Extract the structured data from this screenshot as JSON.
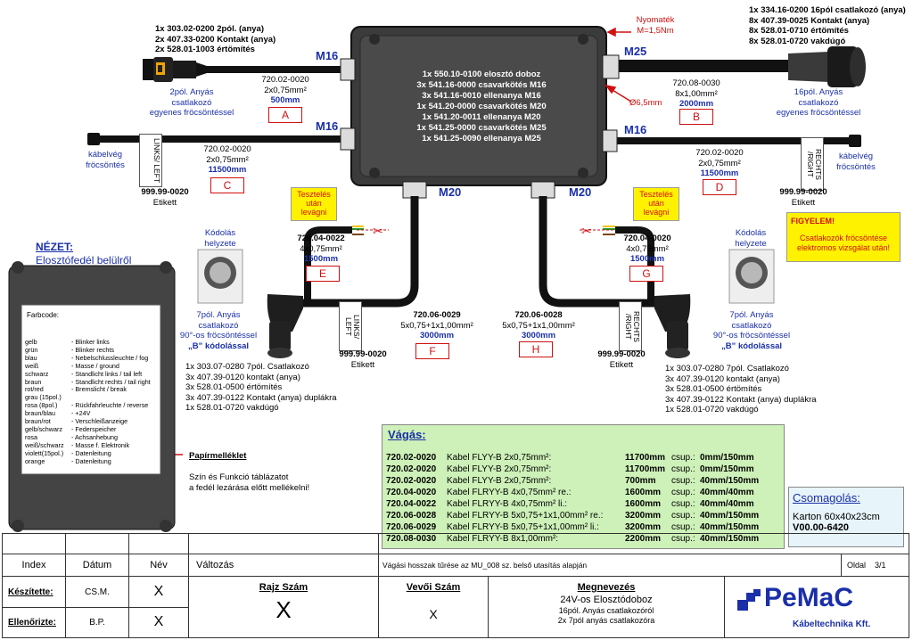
{
  "top_left_parts": [
    "1x 303.02-0200 2pól. (anya)",
    "2x 407.33-0200 Kontakt (anya)",
    "2x 528.01-1003 értömítés"
  ],
  "top_left_connector_label": [
    "2pól. Anyás",
    "csatlakozó",
    "egyenes fröcsöntéssel"
  ],
  "top_right_parts": [
    "1x 334.16-0200 16pól csatlakozó (anya)",
    "8x 407.39-0025 Kontakt (anya)",
    "8x 528.01-0710 értömítés",
    "8x 528.01-0720 vakdúgó"
  ],
  "top_right_connector_label": [
    "16pól. Anyás",
    "csatlakozó",
    "egyenes fröcsöntéssel"
  ],
  "torque_label": [
    "Nyomaték",
    "M=1,5Nm"
  ],
  "diameter_label": "Ø6,5mm",
  "box_parts": [
    "1x 550.10-0100 elosztó doboz",
    "3x 541.16-0000 csavarkötés M16",
    "3x 541.16-0010 ellenanya M16",
    "1x 541.20-0000 csavarkötés M20",
    "1x 541.20-0011 ellenanya M20",
    "1x 541.25-0000 csavarkötés M25",
    "1x 541.25-0090 ellenanya M25"
  ],
  "gland_labels": {
    "m16_top": "M16",
    "m25": "M25",
    "m16_left": "M16",
    "m16_right": "M16",
    "m20_left": "M20",
    "m20_right": "M20"
  },
  "cables": {
    "A": {
      "code": "720.02-0020",
      "spec": "2x0,75mm²",
      "len": "500mm",
      "letter": "A"
    },
    "B": {
      "code": "720.08-0030",
      "spec": "8x1,00mm²",
      "len": "2000mm",
      "letter": "B"
    },
    "C": {
      "code": "720.02-0020",
      "spec": "2x0,75mm²",
      "len": "11500mm",
      "letter": "C"
    },
    "D": {
      "code": "720.02-0020",
      "spec": "2x0,75mm²",
      "len": "11500mm",
      "letter": "D"
    },
    "E": {
      "code": "720.04-0022",
      "spec": "4x0,75mm²",
      "len": "1500mm",
      "letter": "E"
    },
    "F": {
      "code": "720.06-0029",
      "spec": "5x0,75+1x1,00mm²",
      "len": "3000mm",
      "letter": "F"
    },
    "G": {
      "code": "720.04-0020",
      "spec": "4x0,75mm²",
      "len": "1500mm",
      "letter": "G"
    },
    "H": {
      "code": "720.06-0028",
      "spec": "5x0,75+1x1,00mm²",
      "len": "3000mm",
      "letter": "H"
    }
  },
  "cable_end_label": [
    "kábelvég",
    "fröcsöntés"
  ],
  "links_label": "LINKS/ LEFT",
  "rechts_label": "RECHTS /RIGHT",
  "etikett_code": "999.99-0020",
  "etikett_label": "Etikett",
  "test_label": [
    "Tesztelés",
    "után",
    "levágni"
  ],
  "coding_label": [
    "Kódolás",
    "helyzete"
  ],
  "connector7_label": [
    "7pól. Anyás",
    "csatlakozó",
    "90°-os fröcsöntéssel",
    "„B” kódolással"
  ],
  "left7_parts": [
    "1x 303.07-0280 7pól. Csatlakozó",
    "3x 407.39-0120 kontakt (anya)",
    "3x 528.01-0500 értömítés",
    "3x 407.39-0122 Kontakt (anya) duplákra",
    "1x 528.01-0720 vakdúgó"
  ],
  "right7_parts": [
    "1x 303.07-0280 7pól. Csatlakozó",
    "3x 407.39-0120 kontakt (anya)",
    "3x 528.01-0500 értömítés",
    "3x 407.39-0122 Kontakt (anya) duplákra",
    "1x 528.01-0720 vakdúgó"
  ],
  "warning": {
    "title": "FIGYELEM!",
    "text": [
      "Csatlakozók fröcsöntése",
      "elektromos vizsgálat után!"
    ]
  },
  "view": {
    "title": "NÉZET:",
    "subtitle": "Elosztófedél belülről"
  },
  "farbcode_title": "Farbcode:",
  "farbcode": [
    [
      "gelb",
      "- Blinker links"
    ],
    [
      "grün",
      "- Blinker rechts"
    ],
    [
      "blau",
      "- Nebelschlussleuchte / fog"
    ],
    [
      "weiß",
      "- Masse / ground"
    ],
    [
      "schwarz",
      "- Standlicht links / tail left"
    ],
    [
      "braun",
      "- Standlicht rechts / tail right"
    ],
    [
      "rot/red",
      "- Bremslicht / break"
    ],
    [
      "grau (15pol.)",
      ""
    ],
    [
      "rosa (8pol.)",
      "- Rückfahrleuchte / reverse"
    ],
    [
      "braun/blau",
      "- +24V"
    ],
    [
      "braun/rot",
      "- Verschleißanzeige"
    ],
    [
      "gelb/schwarz",
      "- Federspeicher"
    ],
    [
      "rosa",
      "- Achsanhebung"
    ],
    [
      "weiß/schwarz",
      "- Masse f. Elektronik"
    ],
    [
      "violett(15pol.)",
      "- Datenleitung"
    ],
    [
      "orange",
      "- Datenleitung"
    ]
  ],
  "paper_note": {
    "title": "Papírmelléklet",
    "text": [
      "Szín és Funkció táblázatot",
      "a fedél lezárása előtt mellékelni!"
    ]
  },
  "cutting": {
    "title": "Vágás:",
    "rows": [
      [
        "720.02-0020",
        "Kabel FLYY-B 2x0,75mm²:",
        "11700mm",
        "csup.:",
        "0mm/150mm"
      ],
      [
        "720.02-0020",
        "Kabel FLYY-B 2x0,75mm²:",
        "11700mm",
        "csup.:",
        "0mm/150mm"
      ],
      [
        "720.02-0020",
        "Kabel FLYY-B 2x0,75mm²:",
        "700mm",
        "csup.:",
        "40mm/150mm"
      ],
      [
        "720.04-0020",
        "Kabel FLRYY-B 4x0,75mm² re.:",
        "1600mm",
        "csup.:",
        "40mm/40mm"
      ],
      [
        "720.04-0022",
        "Kabel FLRYY-B 4x0,75mm² li.:",
        "1600mm",
        "csup.:",
        "40mm/40mm"
      ],
      [
        "720.06-0028",
        "Kabel FLRYY-B 5x0,75+1x1,00mm² re.:",
        "3200mm",
        "csup.:",
        "40mm/150mm"
      ],
      [
        "720.06-0029",
        "Kabel FLRYY-B 5x0,75+1x1,00mm² li.:",
        "3200mm",
        "csup.:",
        "40mm/150mm"
      ],
      [
        "720.08-0030",
        "Kabel FLRYY-B 8x1,00mm²:",
        "2200mm",
        "csup.:",
        "40mm/150mm"
      ]
    ]
  },
  "packaging": {
    "title": "Csomagolás:",
    "line1": "Karton 60x40x23cm",
    "line2": "V00.00-6420"
  },
  "table": {
    "index": "Index",
    "date": "Dátum",
    "name": "Név",
    "change": "Változás",
    "tolerance_note": "Vágási hosszak tűrése az MU_008 sz. belső utasítás alapján",
    "page_label": "Oldal",
    "page_value": "3/1",
    "made_by_label": "Készítette:",
    "made_by": "CS.M.",
    "made_x": "X",
    "checked_label": "Ellenőrizte:",
    "checked_by": "B.P.",
    "checked_x": "X",
    "drawing_no_label": "Rajz Szám",
    "drawing_no": "X",
    "customer_no_label": "Vevői Szám",
    "customer_no": "X",
    "designation_label": "Megnevezés",
    "designation": [
      "24V-os Elosztódoboz",
      "16pól. Anyás csatlakozóról",
      "2x 7pól anyás csatlakozóra"
    ],
    "logo": "PeMaC",
    "logo_sub": "Kábeltechnika Kft."
  }
}
